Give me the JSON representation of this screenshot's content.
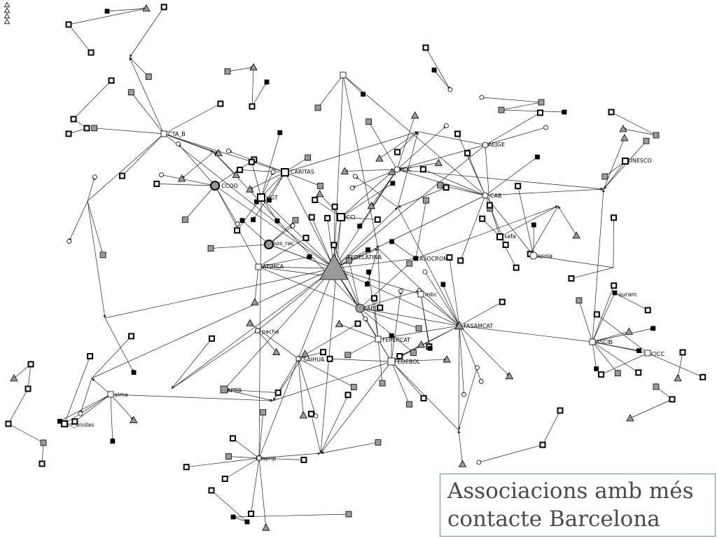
{
  "caption": {
    "line1": "Associacions amb més",
    "line2": "contacte Barcelona"
  },
  "colors": {
    "edge": "#222222",
    "node_black": "#000000",
    "node_gray": "#9a9a9a",
    "node_white": "#ffffff",
    "caption_border": "#6f86b5",
    "caption_text": "#4a4a4a"
  },
  "labels": {
    "fedelatina": "FEDELATINA",
    "cta_b": "CTA_B",
    "caritas": "CARITAS",
    "ccoo": "CCOO",
    "ugt": "UGT",
    "icci": "ICCI",
    "sos_rac": "sos_rac",
    "atimca": "ATIMCA",
    "faec": "FAEC",
    "fepercat": "FEPERCAT",
    "fedebol": "FEDEBOL",
    "saihua": "SAIHUA",
    "pacha": "pacha",
    "apbb": "APBB",
    "alma": "alma",
    "m_unidas": "m_unidas",
    "apnp": "apnp",
    "fcic": "FCIC",
    "aejge": "AEJGE",
    "cab": "CAB",
    "unesco": "UNESCO",
    "safa": "safa",
    "apola": "apola",
    "asocrom": "ASOCROM",
    "mbc": "mbc",
    "fasamcat": "FASAMCAT",
    "quram": "quram",
    "ascib": "ASCIB",
    "cicc": "CICC"
  }
}
